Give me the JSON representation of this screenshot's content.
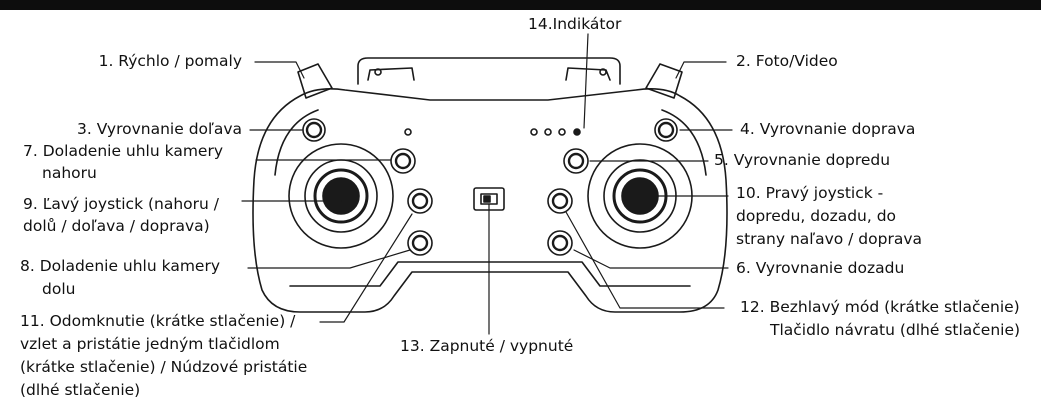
{
  "labels": {
    "l1": "1. Rýchlo / pomaly",
    "l2": "2. Foto/Video",
    "l3": "3. Vyrovnanie doľava",
    "l4": "4. Vyrovnanie doprava",
    "l5": "5.  Vyrovnanie dopredu",
    "l6": "6. Vyrovnanie dozadu",
    "l7a": "7. Doladenie uhlu kamery",
    "l7b": "nahoru",
    "l8a": "8. Doladenie uhlu kamery",
    "l8b": "dolu",
    "l9a": "9. Ľavý joystick (nahoru /",
    "l9b": "dolů / doľava / doprava)",
    "l10a": "10. Pravý joystick -",
    "l10b": "dopredu, dozadu, do",
    "l10c": "strany naľavo / doprava",
    "l11a": "11. Odomknutie (krátke stlačenie) /",
    "l11b": "vzlet a pristátie jedným tlačidlom",
    "l11c": "(krátke stlačenie) / Núdzové pristátie",
    "l11d": "(dlhé stlačenie)",
    "l12a": "12. Bezhlavý mód (krátke stlačenie)",
    "l12b": "Tlačidlo návratu (dlhé stlačenie)",
    "l13": "13. Zapnuté / vypnuté",
    "l14": "14.Indikátor"
  },
  "colors": {
    "ink": "#1a1a1a",
    "topbar": "#0d0d0d",
    "background": "#ffffff"
  }
}
